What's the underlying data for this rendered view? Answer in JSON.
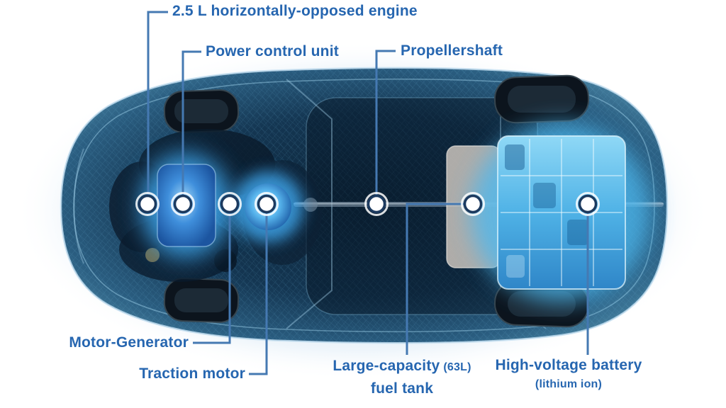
{
  "description": "Top-view cutaway diagram of a hybrid car with drivetrain components annotated",
  "colors": {
    "label_text": "#2666b0",
    "leader_line": "#4579b2",
    "marker_ring": "#1c3a5f",
    "car_body_dark": "#10304a",
    "engine_glow": "#3fa9f0",
    "battery_cyan": "#5fc8f2",
    "fuel_tank_gray": "#c9c2bb",
    "background_halo": "#bcd7ec"
  },
  "labels": {
    "engine": "2.5 L horizontally-opposed engine",
    "power_control_unit": "Power control unit",
    "propellershaft": "Propellershaft",
    "motor_generator": "Motor-Generator",
    "traction_motor": "Traction motor",
    "fuel_tank_main": "Large-capacity",
    "fuel_tank_size": "(63L)",
    "fuel_tank_line2": "fuel tank",
    "battery_main": "High-voltage battery",
    "battery_sub": "(lithium ion)"
  }
}
